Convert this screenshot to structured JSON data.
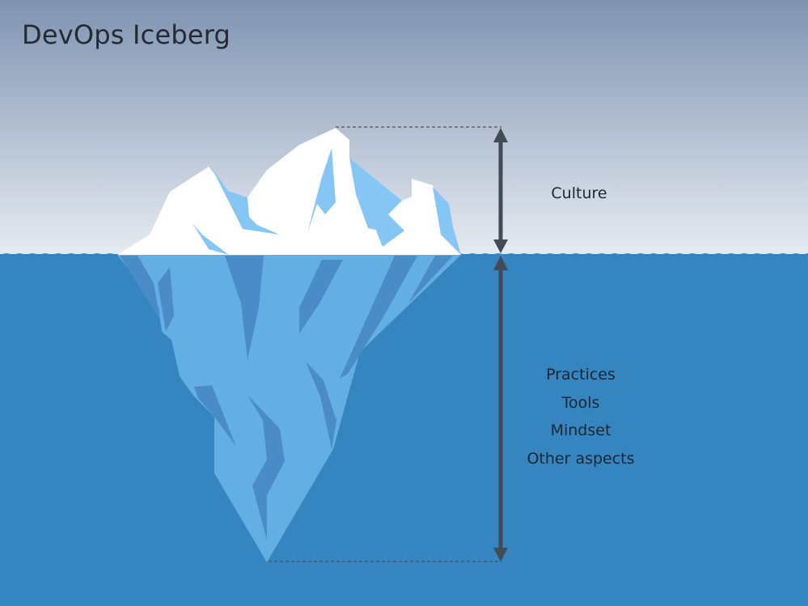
{
  "title": "DevOps Iceberg",
  "above_water": {
    "label": "Culture"
  },
  "below_water": {
    "items": [
      "Practices",
      "Tools",
      "Mindset",
      "Other aspects"
    ]
  },
  "colors": {
    "sky_top": "#7f93b1",
    "sky_bottom": "#e6ebf1",
    "water": "#3586c0",
    "ice_white": "#ffffff",
    "ice_light_blue": "#86c6f5",
    "underwater_ice": "#63aee2",
    "underwater_shadow": "#4a8cc8",
    "arrow": "#434a55"
  }
}
